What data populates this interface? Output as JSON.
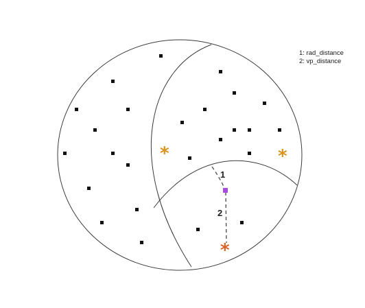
{
  "legend": {
    "items": [
      {
        "number": "1",
        "text": "1: rad_distance"
      },
      {
        "number": "2",
        "text": "2: vp_distance"
      }
    ]
  },
  "distance_labels": {
    "rad": "1",
    "vp": "2"
  },
  "colors": {
    "outline": "#3a3a3a",
    "point": "#111111",
    "vantage_star": "#d9941e",
    "query_star": "#d9642a",
    "target_point": "#a64de0",
    "dashed_line": "#555555"
  },
  "icons": {
    "vantage_point": "asterisk-star",
    "query_point": "asterisk-star",
    "data_point": "square-dot",
    "nearest_point": "square-dot"
  }
}
